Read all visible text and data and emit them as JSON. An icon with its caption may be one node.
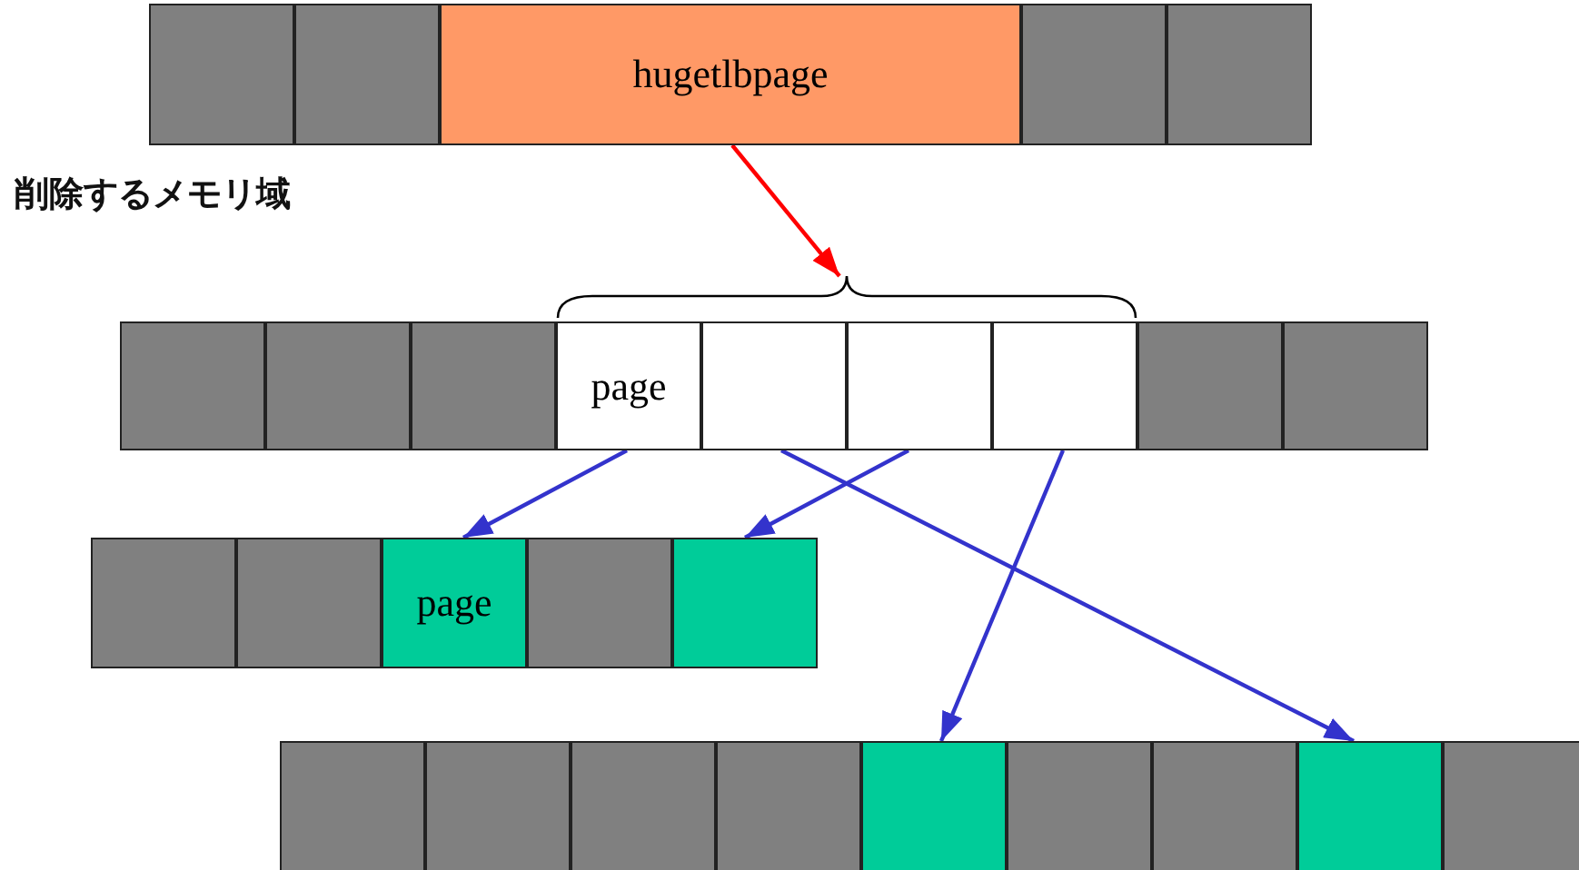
{
  "diagram": {
    "nodes": [
      {
        "text": [],
        "shape": "box"
      },
      {
        "text": [],
        "shape": "box"
      },
      {
        "text": [
          "hugetlbpage"
        ]
      },
      {
        "text": [],
        "shape": "box"
      },
      {
        "text": [],
        "shape": "box"
      },
      {
        "text": [],
        "shape": "brace"
      },
      {
        "text": [],
        "shape": "box"
      },
      {
        "text": [],
        "shape": "box"
      },
      {
        "text": [],
        "shape": "box"
      },
      {
        "text": [
          "page"
        ]
      },
      {
        "text": [],
        "shape": "box"
      },
      {
        "text": [],
        "shape": "box"
      },
      {
        "text": [],
        "shape": "box"
      },
      {
        "text": [],
        "shape": "box"
      },
      {
        "text": [],
        "shape": "box"
      },
      {
        "text": [],
        "shape": "box"
      },
      {
        "text": [],
        "shape": "box"
      },
      {
        "text": [
          "page"
        ]
      },
      {
        "text": [],
        "shape": "box"
      },
      {
        "text": [],
        "shape": "box"
      },
      {
        "text": [],
        "shape": "box"
      },
      {
        "text": [],
        "shape": "box"
      },
      {
        "text": [],
        "shape": "box"
      },
      {
        "text": [],
        "shape": "box"
      },
      {
        "text": [],
        "shape": "box"
      },
      {
        "text": [],
        "shape": "box"
      },
      {
        "text": [],
        "shape": "box"
      },
      {
        "text": [],
        "shape": "box"
      },
      {
        "text": [],
        "shape": "box"
      }
    ],
    "edges": [
      {
        "from": 2,
        "to": 5,
        "arrow": "to",
        "color": "#ff0000"
      },
      {
        "from": 9,
        "to": 17,
        "arrow": "to"
      },
      {
        "from": 11,
        "to": 19,
        "arrow": "to"
      },
      {
        "from": 10,
        "to": 27,
        "arrow": "to"
      },
      {
        "from": 12,
        "to": 24,
        "arrow": "to"
      }
    ],
    "labels": [
      "削除するメモリ域"
    ]
  }
}
